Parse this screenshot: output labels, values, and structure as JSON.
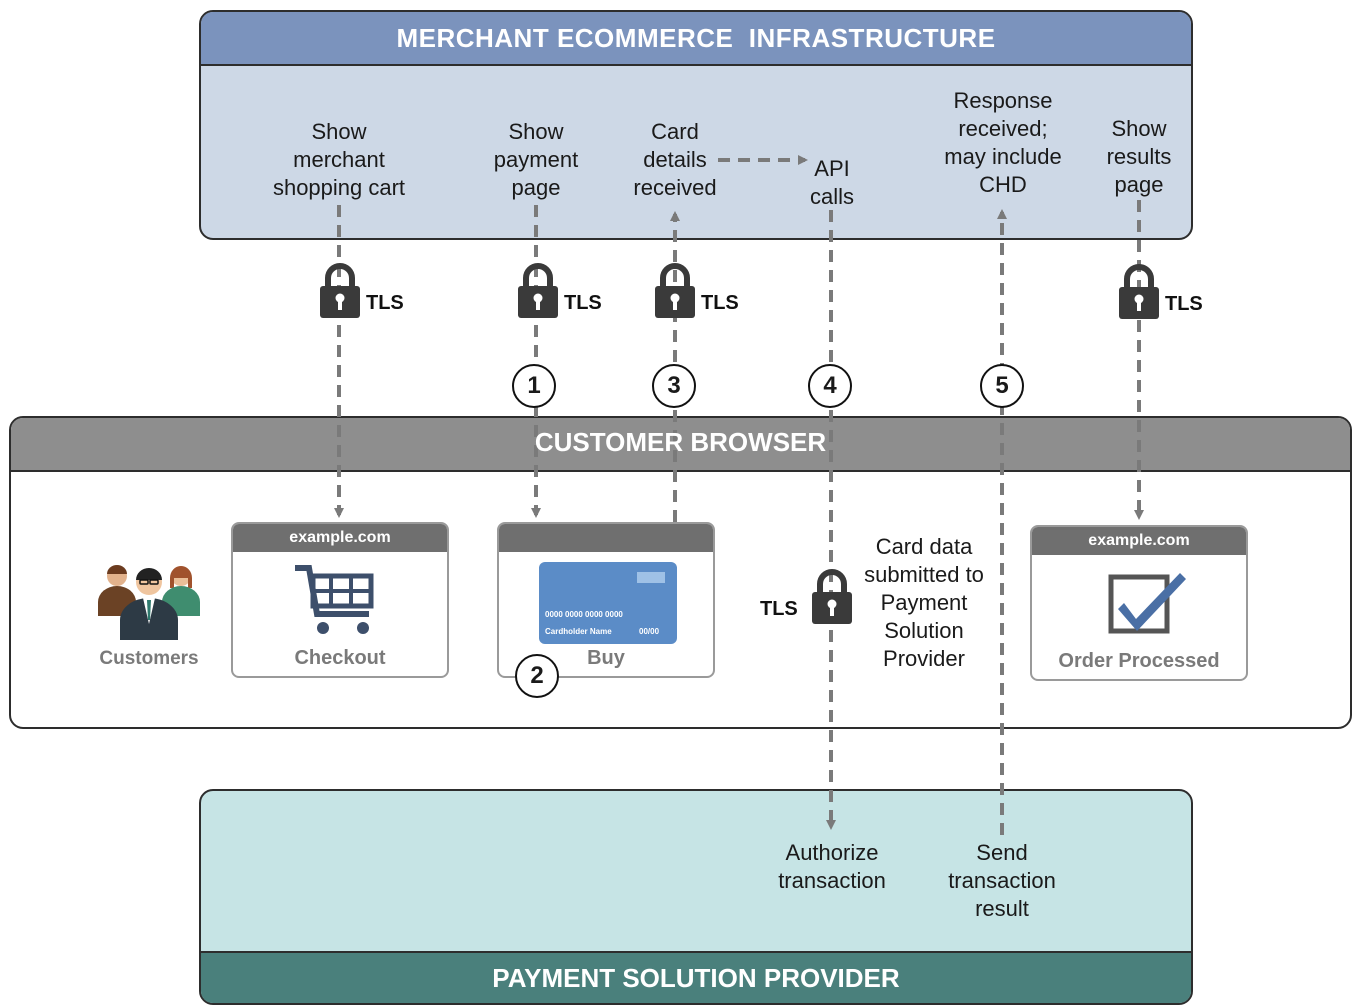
{
  "merchant": {
    "title": "MERCHANT ECOMMERCE  INFRASTRUCTURE"
  },
  "browser": {
    "title": "CUSTOMER BROWSER"
  },
  "provider": {
    "title": "PAYMENT SOLUTION PROVIDER"
  },
  "steps": {
    "shopping_cart": "Show\nmerchant\nshopping cart",
    "payment_page": "Show\npayment\npage",
    "card_details": "Card\ndetails\nreceived",
    "api_calls": "API\ncalls",
    "response": "Response\nreceived;\nmay include\nCHD",
    "results_page": "Show\nresults\npage",
    "card_submitted": "Card data\nsubmitted to\nPayment\nSolution\nProvider",
    "authorize": "Authorize\ntransaction",
    "send_result": "Send\ntransaction\nresult"
  },
  "tls_label": "TLS",
  "numbers": [
    "1",
    "2",
    "3",
    "4",
    "5"
  ],
  "customers_label": "Customers",
  "windows": {
    "checkout": {
      "url": "example.com",
      "caption": "Checkout"
    },
    "buy": {
      "url": "",
      "caption": "Buy",
      "card_number": "0000 0000 0000 0000",
      "card_name": "Cardholder Name",
      "card_expiry": "00/00"
    },
    "order": {
      "url": "example.com",
      "caption": "Order Processed"
    }
  },
  "colors": {
    "merchant_header": "#7b93bd",
    "merchant_body": "#cdd8e6",
    "browser_header": "#8e8e8e",
    "provider_body": "#c6e4e5",
    "provider_footer": "#4a807c",
    "arrow": "#7a7a7a"
  },
  "icons": [
    "padlock-icon",
    "shopping-cart-icon",
    "credit-card-icon",
    "checkmark-icon",
    "customers-icon"
  ]
}
